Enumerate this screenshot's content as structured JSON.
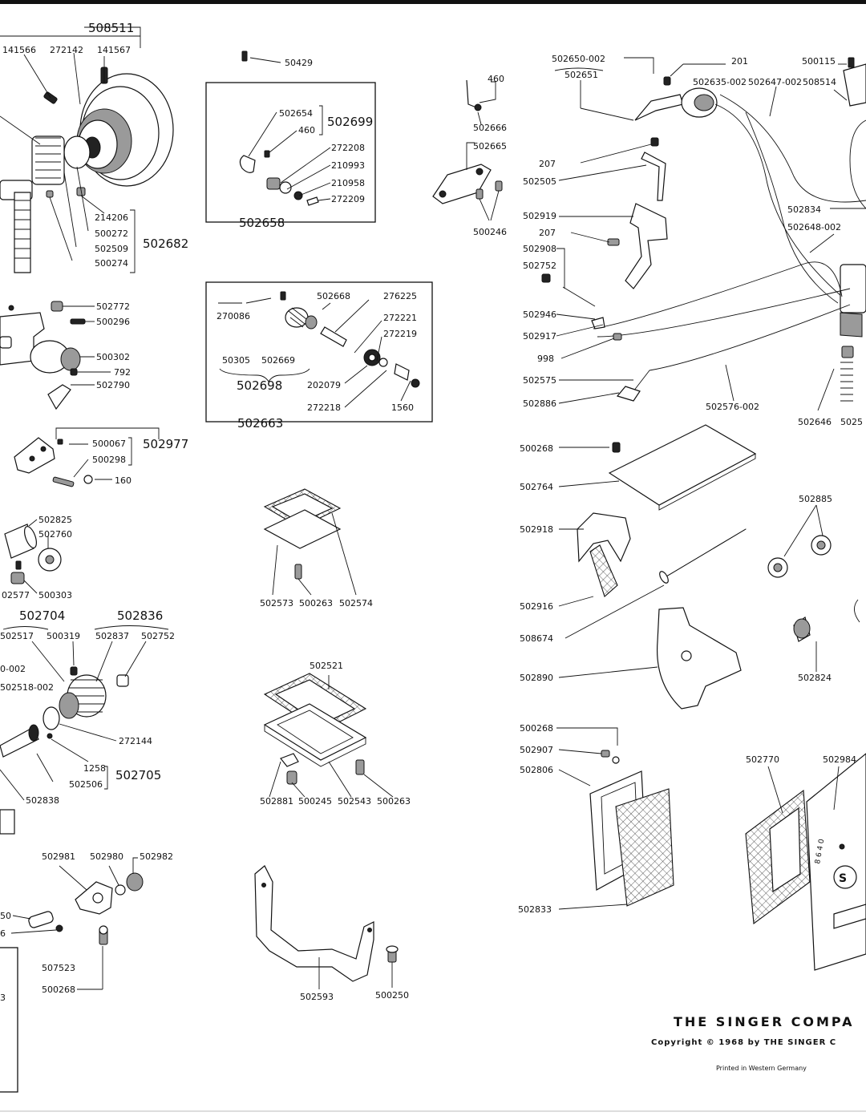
{
  "labels": {
    "g508511": "508511",
    "l141566": "141566",
    "l272142": "272142",
    "l141567": "141567",
    "l214206": "214206",
    "l500272": "500272",
    "l502509": "502509",
    "l500274": "500274",
    "g502682": "502682",
    "l50429": "50429",
    "l502654": "502654",
    "l460a": "460",
    "g502699": "502699",
    "l272208": "272208",
    "l210993": "210993",
    "l210958": "210958",
    "l272209": "272209",
    "g502658": "502658",
    "l460b": "460",
    "l502666": "502666",
    "l502665": "502665",
    "l500246": "500246",
    "l502650_002": "502650-002",
    "l502651": "502651",
    "l201": "201",
    "l500115": "500115",
    "l502635_002": "502635-002",
    "l502647_002": "502647-002",
    "l508514": "508514",
    "l502772": "502772",
    "l500296": "500296",
    "l500302": "500302",
    "l792": "792",
    "l502790": "502790",
    "l502668": "502668",
    "l276225": "276225",
    "l270086": "270086",
    "l272221": "272221",
    "l272219": "272219",
    "l50305": "50305",
    "l502669": "502669",
    "g502698": "502698",
    "l202079": "202079",
    "l272218": "272218",
    "l1560": "1560",
    "g502663": "502663",
    "l207a": "207",
    "l502505": "502505",
    "l502919": "502919",
    "l207b": "207",
    "l502908": "502908",
    "l502752a": "502752",
    "l502834": "502834",
    "l502648_002": "502648-002",
    "l502946": "502946",
    "l502917": "502917",
    "l998": "998",
    "l502575": "502575",
    "l502886": "502886",
    "l502576_002": "502576-002",
    "l502646": "502646",
    "l502_cut": "5025",
    "l500067": "500067",
    "g502977": "502977",
    "l500298": "500298",
    "l160": "160",
    "l500268a": "500268",
    "l502764": "502764",
    "l502885": "502885",
    "l502825": "502825",
    "l502760": "502760",
    "l02577": "02577",
    "l500303": "500303",
    "l502573": "502573",
    "l500263a": "500263",
    "l502574": "502574",
    "l502918": "502918",
    "l502916": "502916",
    "l508674": "508674",
    "g502704": "502704",
    "g502836": "502836",
    "l502517": "502517",
    "l500319": "500319",
    "l502837": "502837",
    "l502752b": "502752",
    "l0_002": "0-002",
    "l502518_002": "502518-002",
    "l272144": "272144",
    "l1258": "1258",
    "l502506": "502506",
    "g502705": "502705",
    "l502838": "502838",
    "l502521": "502521",
    "l502890": "502890",
    "l502824": "502824",
    "l500268b": "500268",
    "l502907": "502907",
    "l502806": "502806",
    "l502770": "502770",
    "l502984": "502984",
    "l502881": "502881",
    "l500245": "500245",
    "l502543": "502543",
    "l500263b": "500263",
    "l502833": "502833",
    "l502981": "502981",
    "l502980": "502980",
    "l502982": "502982",
    "l60": "50",
    "l6": "6",
    "l507523": "507523",
    "l500268c": "500268",
    "l502593": "502593",
    "l500250": "500250",
    "l3": "3"
  },
  "footer": {
    "company": "THE SINGER COMPA",
    "copyright": "Copyright © 1968 by THE SINGER C",
    "printed": "Printed in Western Germany"
  }
}
